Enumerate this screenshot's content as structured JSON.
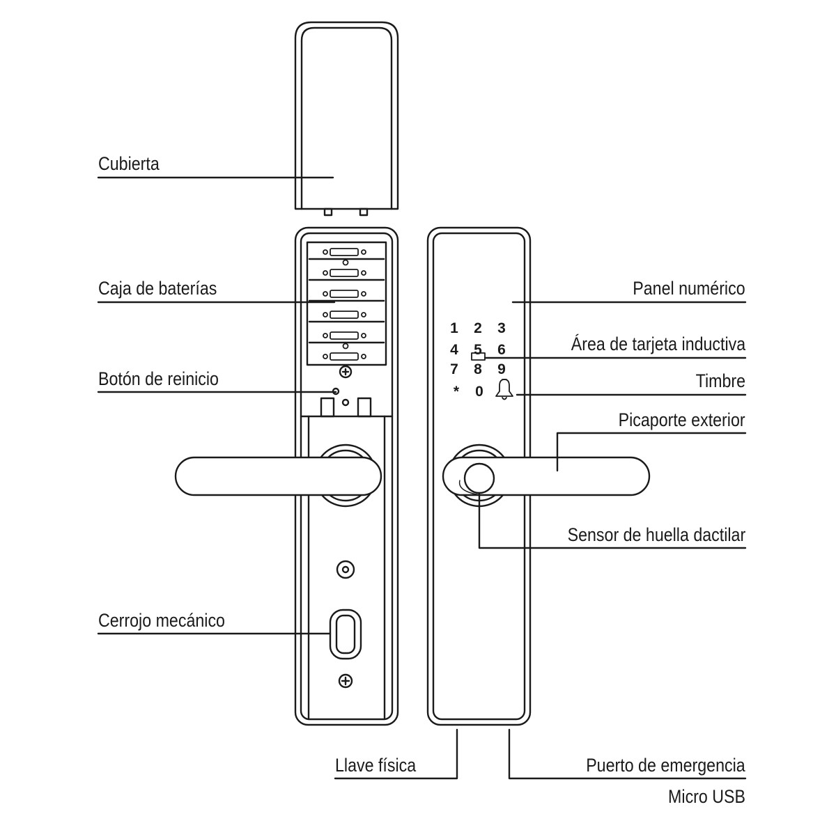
{
  "labels": {
    "cover": "Cubierta",
    "battery_box": "Caja de baterías",
    "reset_button": "Botón de reinicio",
    "mechanical_bolt": "Cerrojo mecánico",
    "physical_key": "Llave física",
    "keypad_panel": "Panel numérico",
    "card_area": "Área de tarjeta inductiva",
    "doorbell": "Timbre",
    "exterior_handle": "Picaporte exterior",
    "fingerprint_sensor": "Sensor de huella dactilar",
    "emergency_port": "Puerto de emergencia",
    "emergency_port_sub": "Micro USB"
  },
  "keypad": {
    "keys": [
      "1",
      "2",
      "3",
      "4",
      "5",
      "6",
      "7",
      "8",
      "9",
      "*",
      "0"
    ]
  }
}
